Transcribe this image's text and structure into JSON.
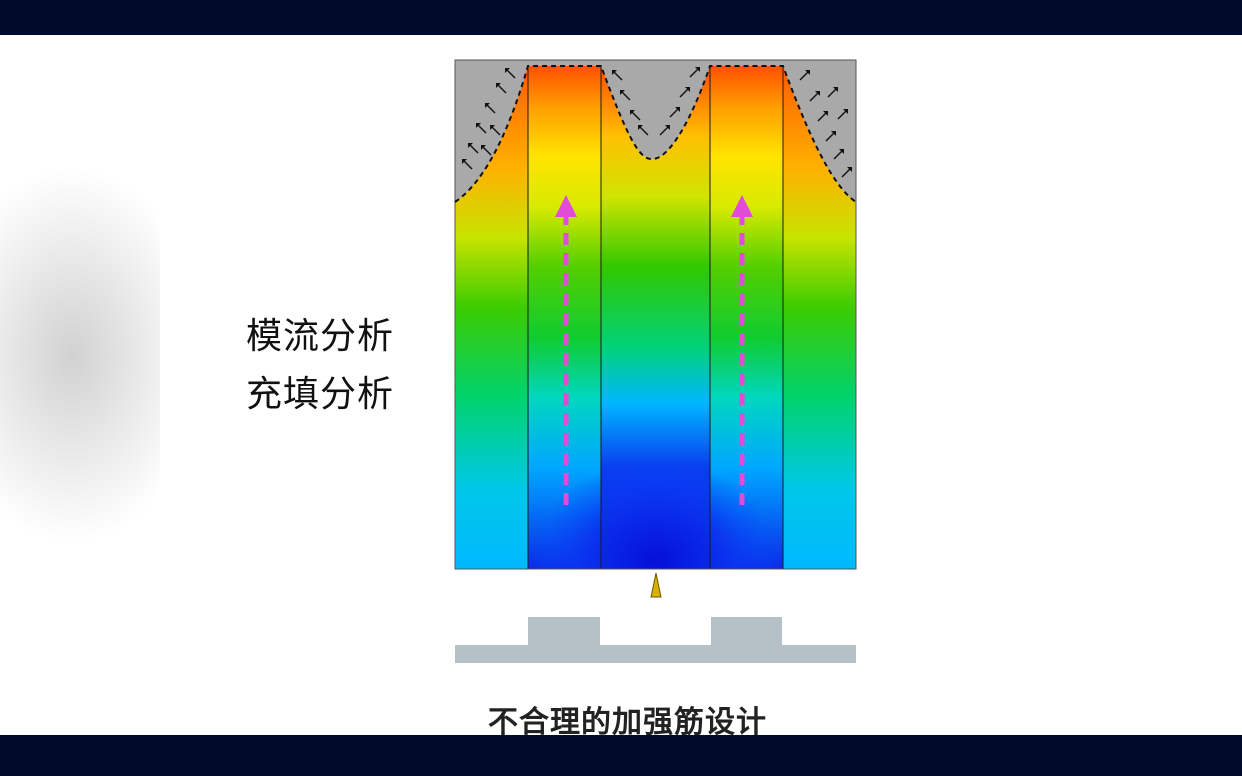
{
  "labels": {
    "mold_flow": "模流分析",
    "fill_analysis": "充填分析",
    "caption": "不合理的加强筋设计"
  },
  "colors": {
    "frame": "#020a2c",
    "unfilled": "#a9a9a9",
    "flow_arrow": "#e14bd8",
    "rib_profile": "#b5c1c6",
    "gate": "#d8b000"
  },
  "color_scale": [
    "#0a1fe0",
    "#00b8ff",
    "#00d27a",
    "#32c800",
    "#ffe800",
    "#ff8a00",
    "#ff4d00"
  ]
}
